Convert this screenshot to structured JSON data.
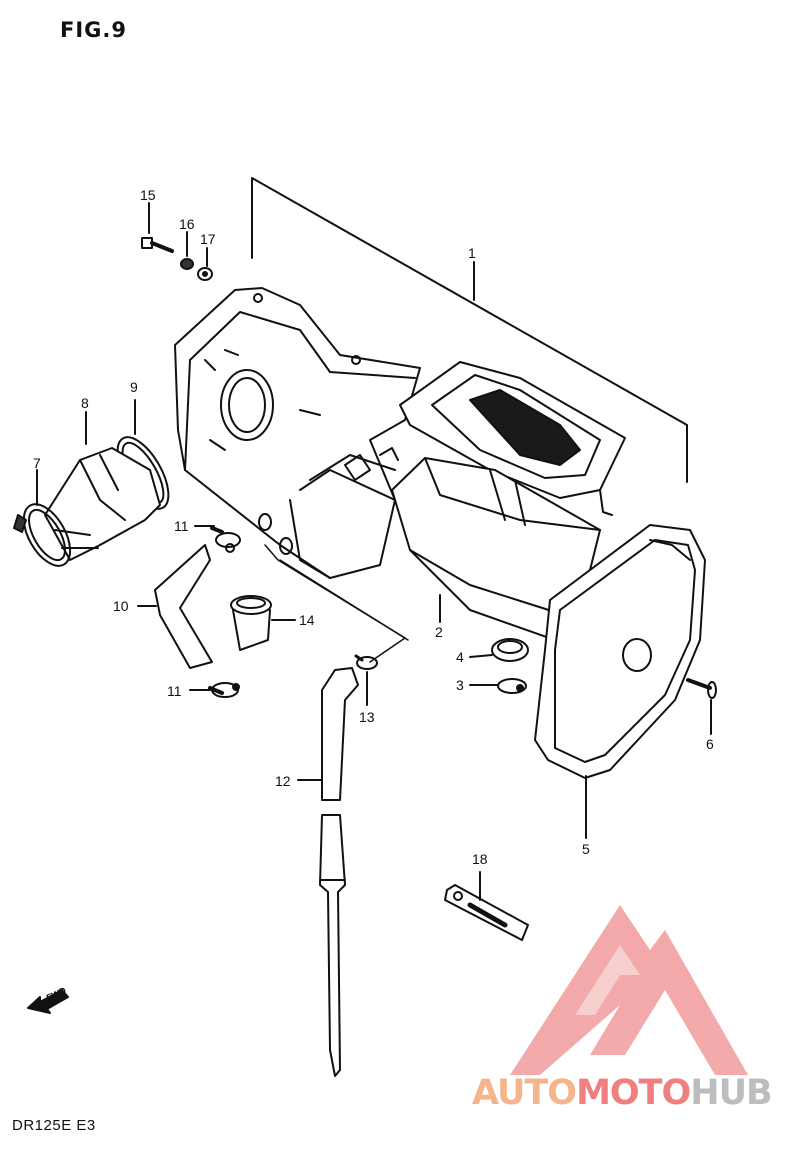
{
  "figure_label": "FIG.9",
  "model_code": "DR125E E3",
  "fwd_marker": "FWD",
  "watermark": {
    "part1": "AUTO",
    "part2": "MOTO",
    "part3": "HUB",
    "colors": {
      "part1": "#f5b58c",
      "part2": "#f08080",
      "part3": "#bdbdbd"
    }
  },
  "callouts": {
    "c1": "1",
    "c2": "2",
    "c3": "3",
    "c4": "4",
    "c5": "5",
    "c6": "6",
    "c7": "7",
    "c8": "8",
    "c9": "9",
    "c10": "10",
    "c11a": "11",
    "c11b": "11",
    "c12": "12",
    "c13": "13",
    "c14": "14",
    "c15": "15",
    "c16": "16",
    "c17": "17",
    "c18": "18"
  }
}
